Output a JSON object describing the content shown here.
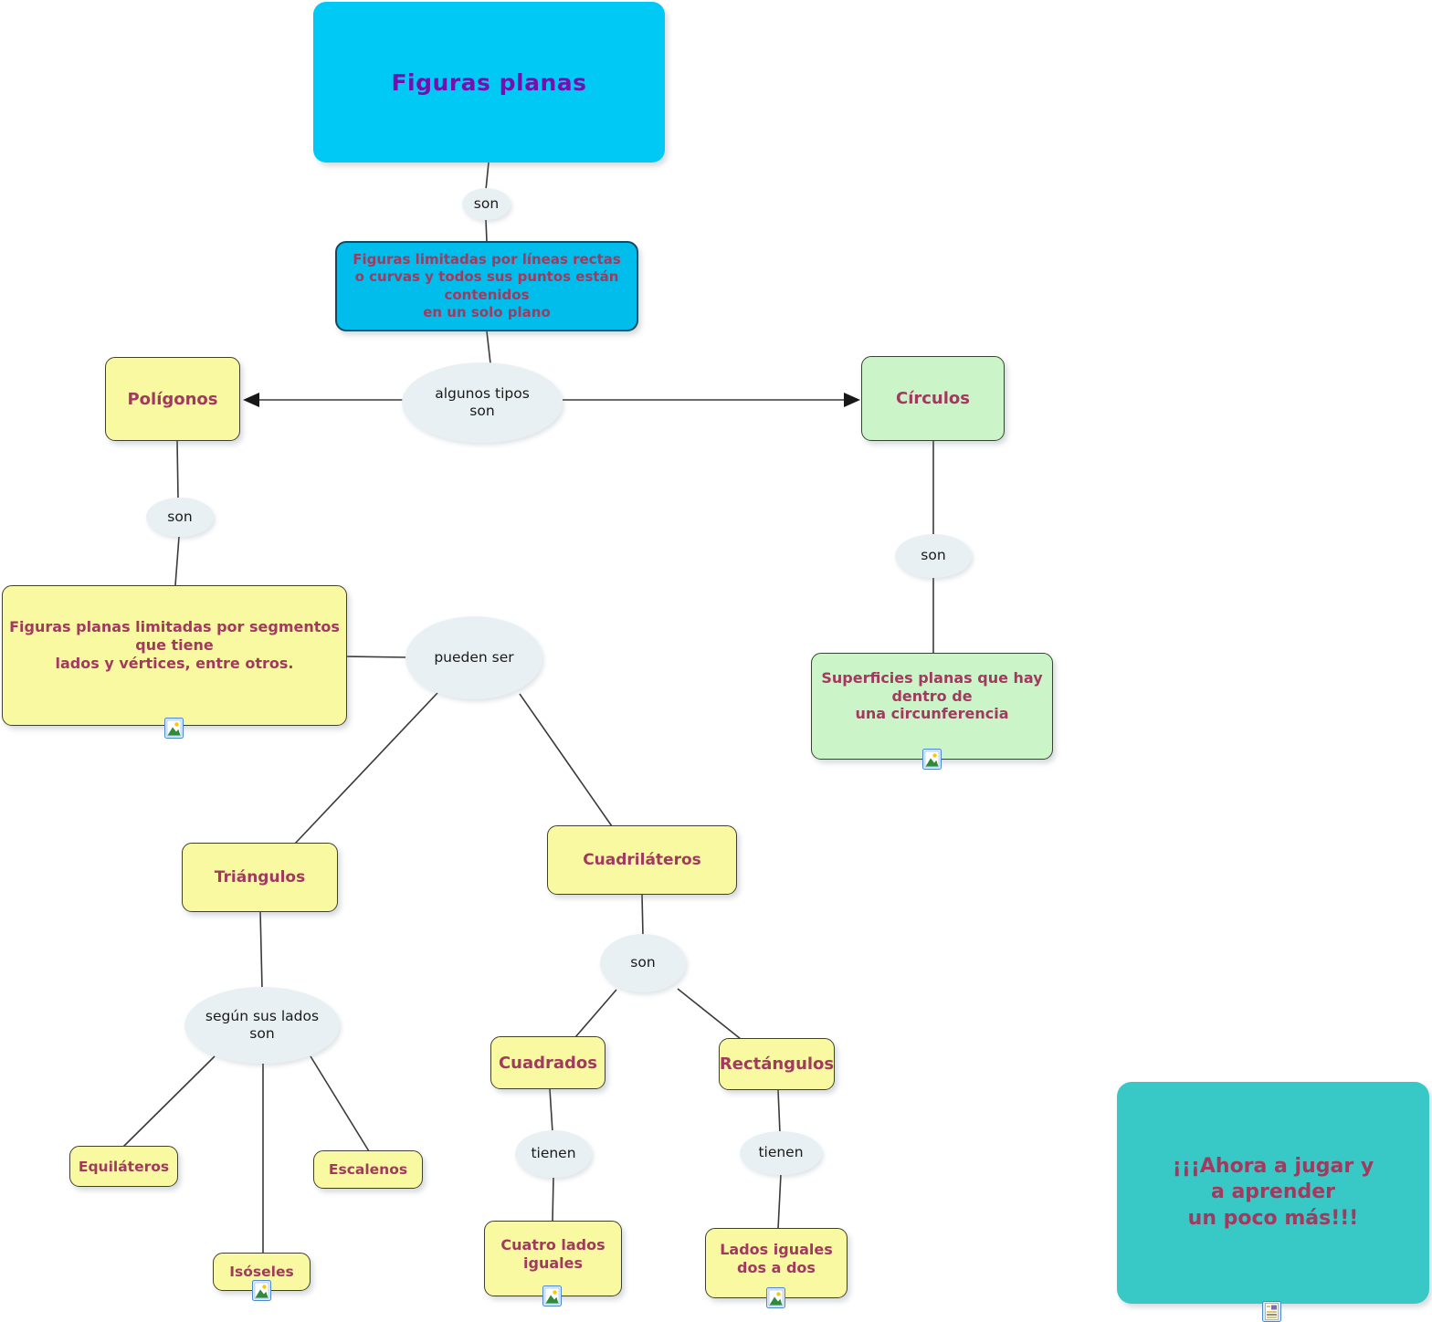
{
  "colors": {
    "node_cyan": "#00c9f6",
    "node_cyan_deep": "#00bdeb",
    "node_yellow": "#f9f9a2",
    "node_green": "#cbf5c8",
    "node_teal": "#38c8c6",
    "ellipse_fill": "#e9f0f3",
    "text_maroon": "#a23a5f",
    "text_purple": "#7410ad",
    "line_color": "#3a3a3a"
  },
  "nodes": {
    "root": {
      "text": "Figuras planas"
    },
    "definicion": {
      "text": "Figuras limitadas por líneas rectas\no curvas y todos sus puntos están\ncontenidos\nen un solo plano"
    },
    "poligonos": {
      "text": "Polígonos"
    },
    "circulos": {
      "text": "Círculos"
    },
    "poligonos_def": {
      "text": "Figuras planas limitadas por segmentos\nque tiene\nlados y vértices, entre otros."
    },
    "circulos_def": {
      "text": "Superficies planas que hay\ndentro de\nuna circunferencia"
    },
    "triangulos": {
      "text": "Triángulos"
    },
    "cuadrilateros": {
      "text": "Cuadriláteros"
    },
    "equilateros": {
      "text": "Equiláteros"
    },
    "isoseles": {
      "text": "Isóseles"
    },
    "escalenos": {
      "text": "Escalenos"
    },
    "cuadrados": {
      "text": "Cuadrados"
    },
    "rectangulos": {
      "text": "Rectángulos"
    },
    "cuatro_lados": {
      "text": "Cuatro lados\niguales"
    },
    "lados_iguales": {
      "text": "Lados iguales\ndos a dos"
    },
    "cierre": {
      "text": "¡¡¡Ahora a jugar y\na aprender\nun poco más!!!"
    }
  },
  "links": {
    "son_root": "son",
    "algunos_tipos": "algunos tipos\nson",
    "son_poligonos": "son",
    "son_circulos": "son",
    "pueden_ser": "pueden ser",
    "segun_lados": "según sus lados\nson",
    "son_cuadrilateros": "son",
    "tienen_cuadrados": "tienen",
    "tienen_rectangulos": "tienen"
  },
  "icons": {
    "attachment_image": "image-attachment-icon",
    "attachment_document": "document-attachment-icon"
  }
}
